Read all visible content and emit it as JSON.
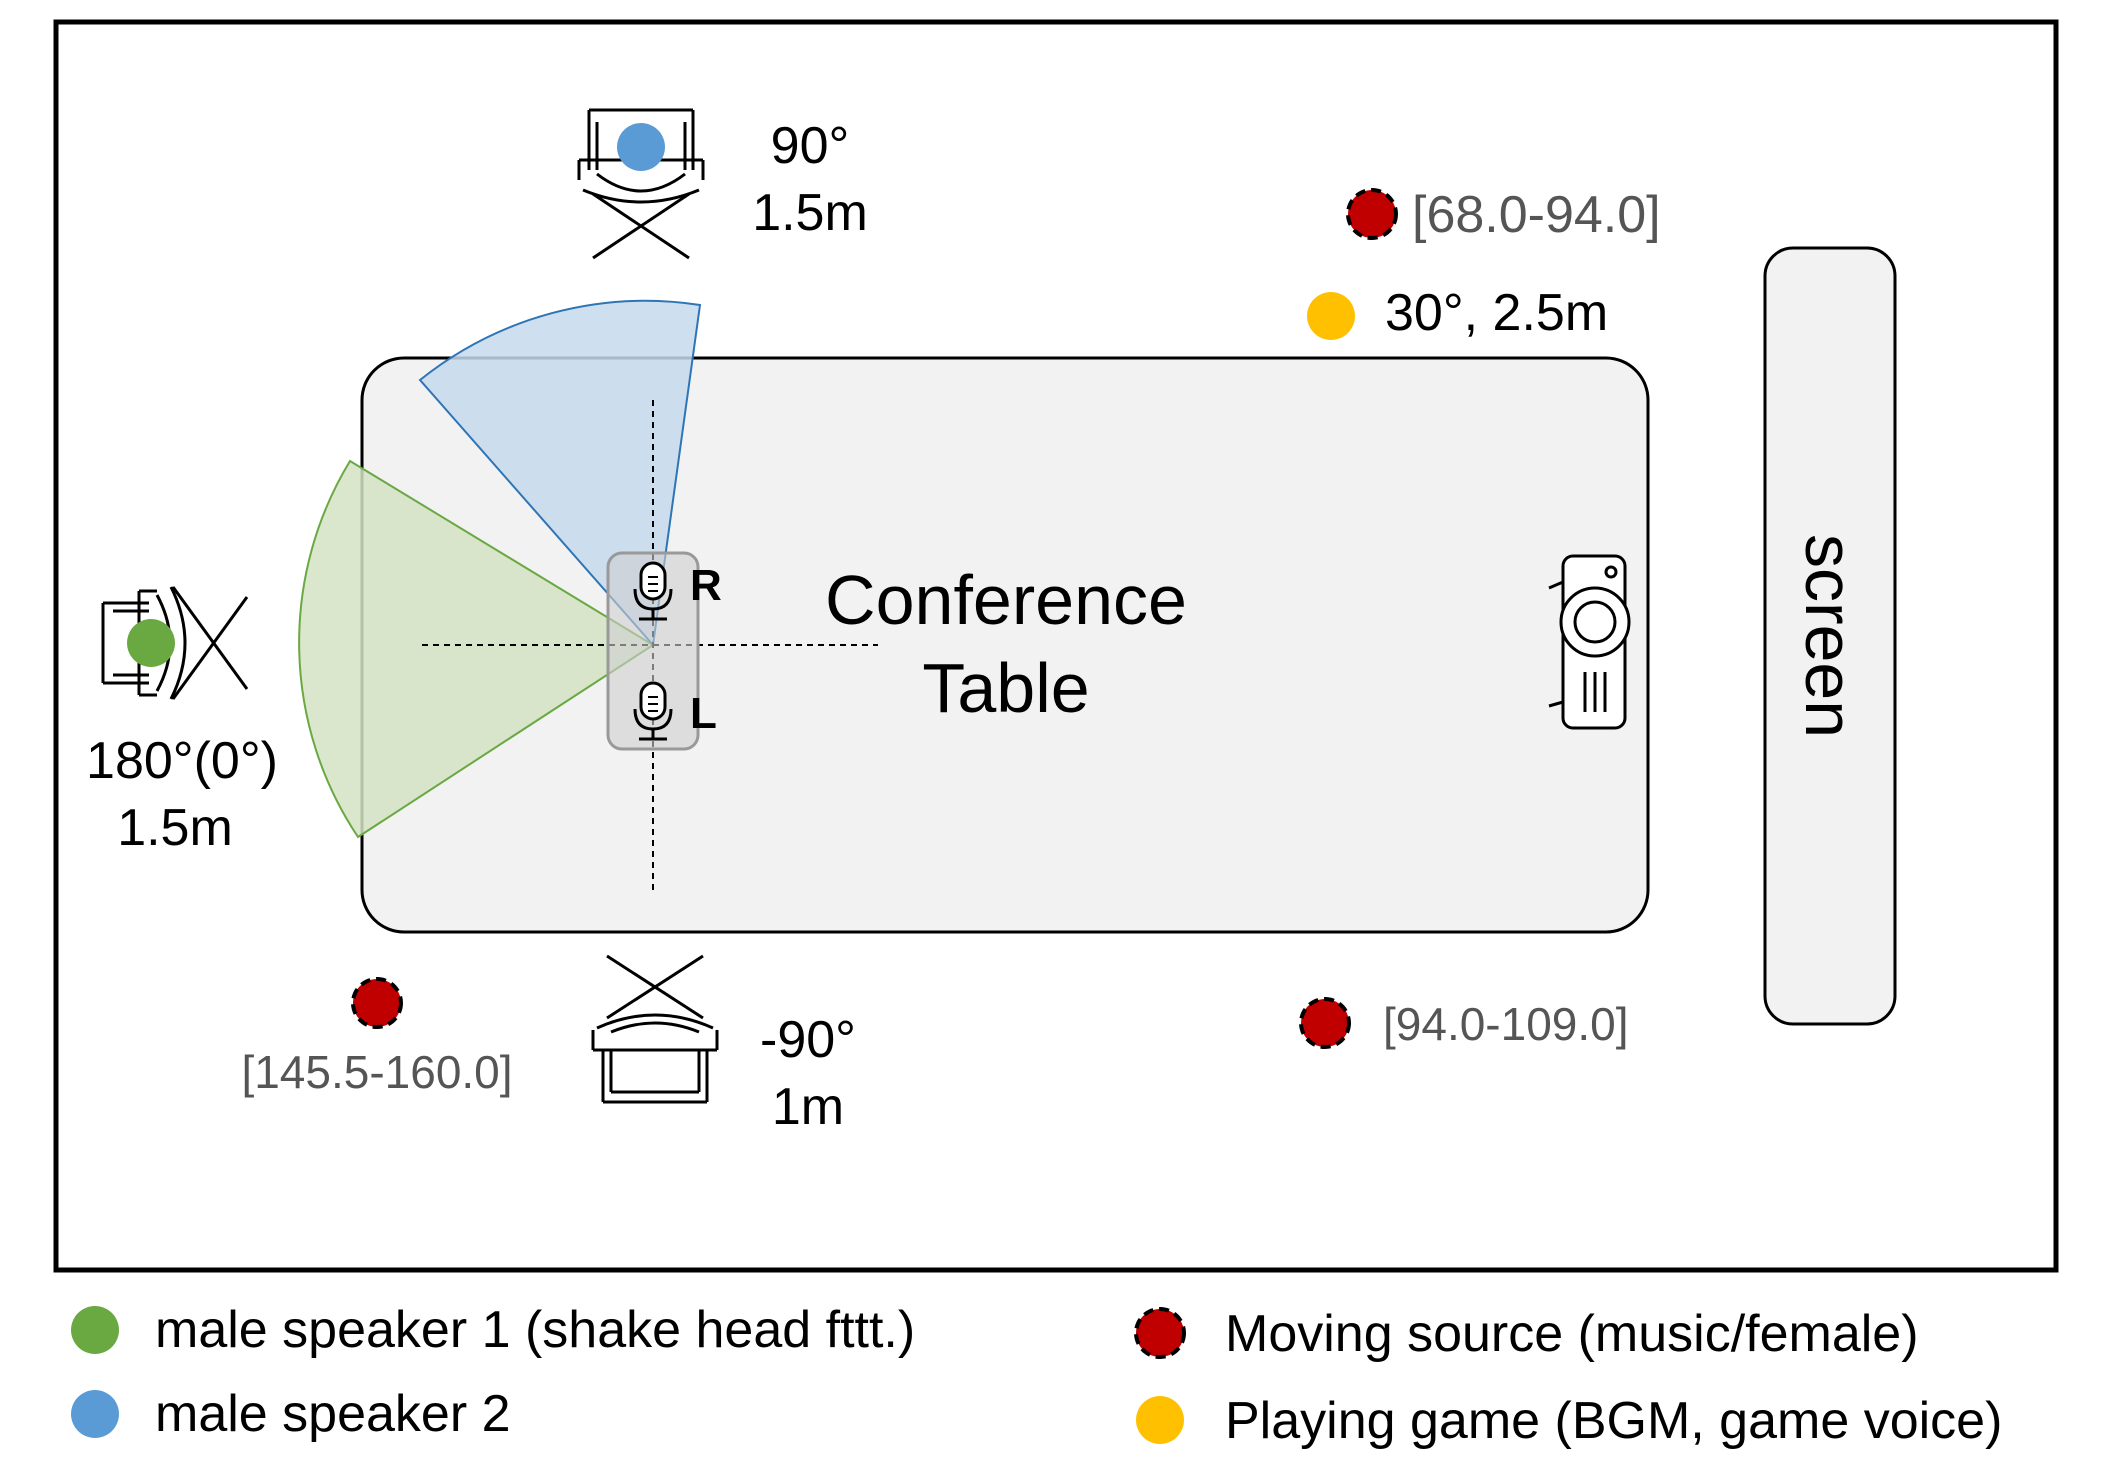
{
  "colors": {
    "speaker1": "#6aa842",
    "speaker2": "#5b9bd5",
    "moving_source": "#c00000",
    "game": "#ffc000",
    "table_fill": "#f2f2f2",
    "green_sector": "#d3e3c4",
    "blue_sector": "#c6d9ec"
  },
  "table": {
    "line1": "Conference",
    "line2": "Table"
  },
  "screen": {
    "label": "screen"
  },
  "mics": {
    "right": "R",
    "left": "L"
  },
  "speaker_top": {
    "angle": "90°",
    "distance": "1.5m"
  },
  "speaker_left": {
    "angle": "180°(0°)",
    "distance": "1.5m"
  },
  "speaker_bottom": {
    "angle": "-90°",
    "distance": "1m"
  },
  "game_source": {
    "label": "30°, 2.5m"
  },
  "moving_sources": {
    "top_right": "[68.0-94.0]",
    "bottom_right": "[94.0-109.0]",
    "bottom_left": "[145.5-160.0]"
  },
  "legend": {
    "speaker1": "male speaker 1 (shake head fttt.)",
    "speaker2": "male speaker 2",
    "moving": "Moving source (music/female)",
    "game": "Playing game (BGM, game voice)"
  },
  "icons": [
    "chair-icon",
    "microphone-icon",
    "projector-icon"
  ]
}
